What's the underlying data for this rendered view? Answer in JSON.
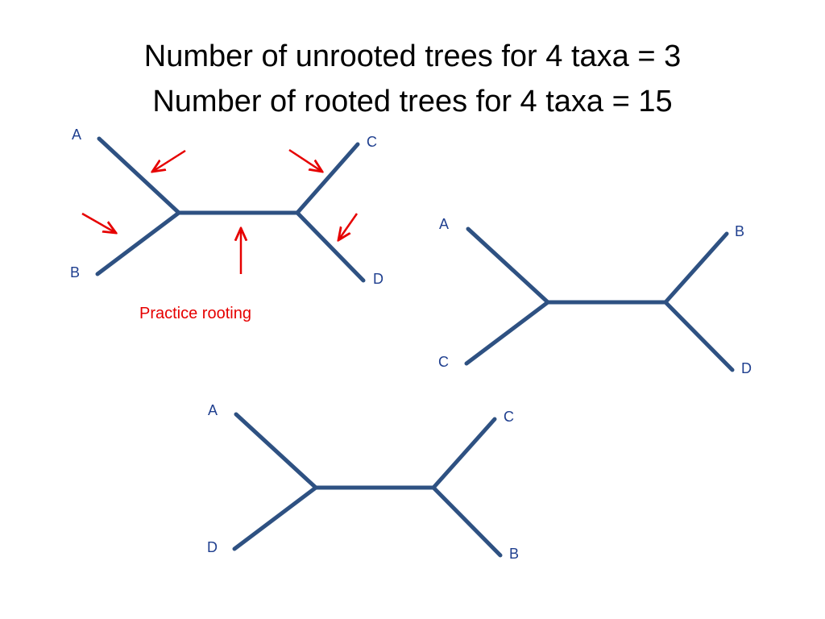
{
  "title": {
    "line1": "Number of unrooted trees for 4 taxa = 3",
    "line2": "Number of rooted trees for 4 taxa = 15"
  },
  "colors": {
    "branch": "#2e5182",
    "leaf_label": "#1f3f8f",
    "annotation": "#e60000"
  },
  "trees": [
    {
      "id": "tree-1",
      "leaves": {
        "top_left": "A",
        "bottom_left": "B",
        "top_right": "C",
        "bottom_right": "D"
      },
      "note": "Practice rooting",
      "root_arrow_count": 5
    },
    {
      "id": "tree-2",
      "leaves": {
        "top_left": "A",
        "bottom_left": "C",
        "top_right": "B",
        "bottom_right": "D"
      }
    },
    {
      "id": "tree-3",
      "leaves": {
        "top_left": "A",
        "bottom_left": "D",
        "top_right": "C",
        "bottom_right": "B"
      }
    }
  ]
}
